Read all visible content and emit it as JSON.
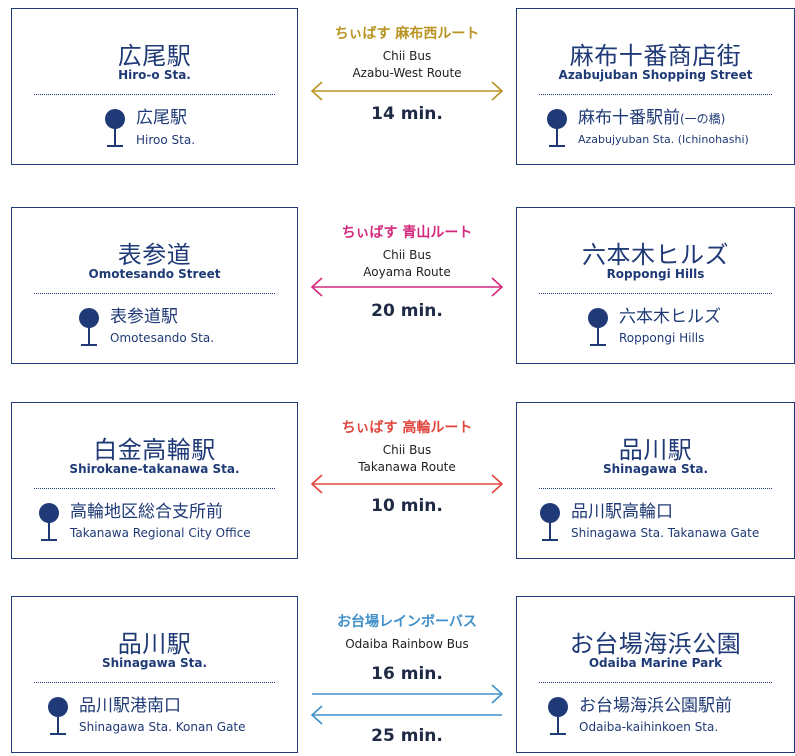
{
  "rows": [
    {
      "left": {
        "place_ja": "広尾駅",
        "place_en": "Hiro-o Sta.",
        "stop_ja": "広尾駅",
        "stop_ja_suffix": "",
        "stop_en": "Hiroo Sta."
      },
      "route": {
        "title": "ちぃばす 麻布西ルート",
        "en_line1": "Chii Bus",
        "en_line2": "Azabu-West Route",
        "color": "#b99422",
        "times": [
          "14 min."
        ]
      },
      "right": {
        "place_ja": "麻布十番商店街",
        "place_en": "Azabujuban Shopping Street",
        "stop_ja": "麻布十番駅前",
        "stop_ja_suffix": "(一の橋)",
        "stop_en": "Azabujyuban Sta. (Ichinohashi)"
      }
    },
    {
      "left": {
        "place_ja": "表参道",
        "place_en": "Omotesando Street",
        "stop_ja": "表参道駅",
        "stop_ja_suffix": "",
        "stop_en": "Omotesando Sta."
      },
      "route": {
        "title": "ちぃばす 青山ルート",
        "en_line1": "Chii Bus",
        "en_line2": "Aoyama Route",
        "color": "#d32a7d",
        "times": [
          "20 min."
        ]
      },
      "right": {
        "place_ja": "六本木ヒルズ",
        "place_en": "Roppongi Hills",
        "stop_ja": "六本木ヒルズ",
        "stop_ja_suffix": "",
        "stop_en": "Roppongi Hills"
      }
    },
    {
      "left": {
        "place_ja": "白金高輪駅",
        "place_en": "Shirokane-takanawa Sta.",
        "stop_ja": "高輪地区総合支所前",
        "stop_ja_suffix": "",
        "stop_en": "Takanawa Regional City Office"
      },
      "route": {
        "title": "ちぃばす 高輪ルート",
        "en_line1": "Chii Bus",
        "en_line2": "Takanawa Route",
        "color": "#e0473f",
        "times": [
          "10 min."
        ]
      },
      "right": {
        "place_ja": "品川駅",
        "place_en": "Shinagawa Sta.",
        "stop_ja": "品川駅高輪口",
        "stop_ja_suffix": "",
        "stop_en": "Shinagawa Sta. Takanawa Gate"
      }
    },
    {
      "left": {
        "place_ja": "品川駅",
        "place_en": "Shinagawa Sta.",
        "stop_ja": "品川駅港南口",
        "stop_ja_suffix": "",
        "stop_en": "Shinagawa Sta. Konan Gate"
      },
      "route": {
        "title": "お台場レインボーバス",
        "en_line1": "Odaiba Rainbow Bus",
        "en_line2": "",
        "color": "#3f8fc9",
        "times": [
          "16 min.",
          "25 min."
        ]
      },
      "right": {
        "place_ja": "お台場海浜公園",
        "place_en": "Odaiba Marine Park",
        "stop_ja": "お台場海浜公園駅前",
        "stop_ja_suffix": "",
        "stop_en": "Odaiba-kaihinkoen Sta."
      }
    }
  ],
  "theme": {
    "navy": "#1f3a76"
  },
  "icons": {
    "stop": "bus-stop-pin-icon"
  }
}
